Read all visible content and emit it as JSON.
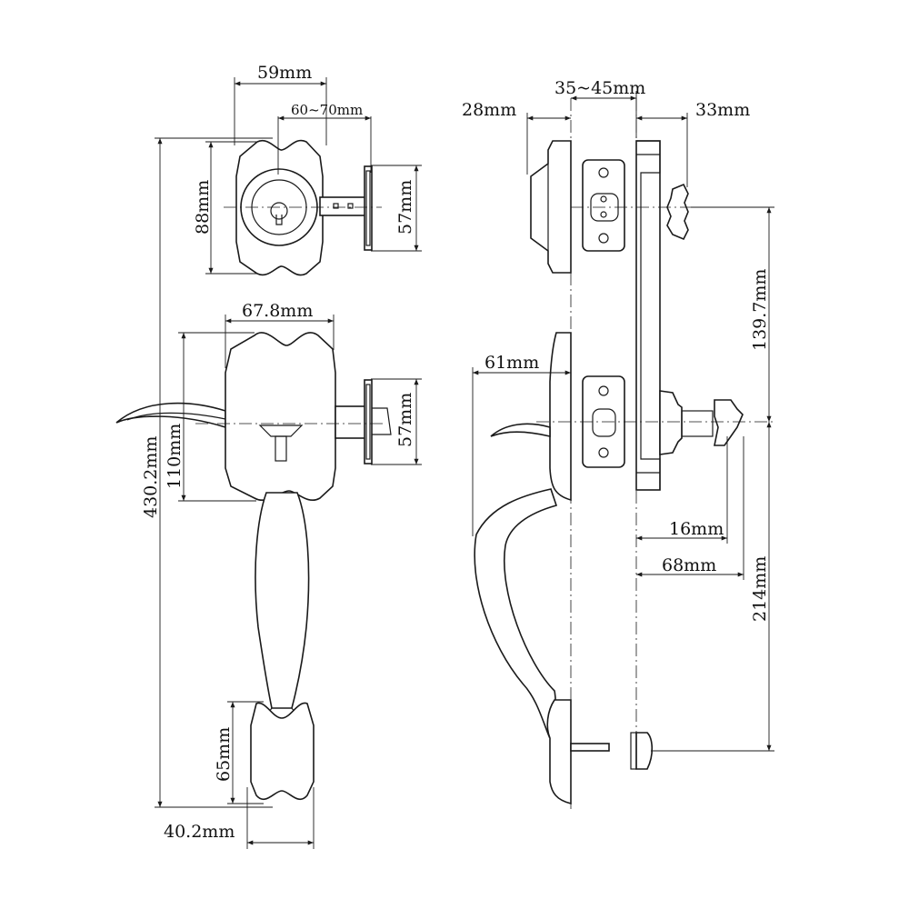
{
  "dimensions": {
    "deadbolt_plate_width": "59mm",
    "backset_range": "60~70mm",
    "deadbolt_plate_height": "88mm",
    "deadbolt_latch_face": "57mm",
    "handle_plate_width": "67.8mm",
    "handle_plate_height": "110mm",
    "handle_latch_face": "57mm",
    "overall_height": "430.2mm",
    "bottom_plate_height": "65mm",
    "bottom_plate_width": "40.2mm",
    "exterior_rose_depth": "28mm",
    "door_thickness": "35~45mm",
    "thumbturn_projection": "33mm",
    "center_to_center": "139.7mm",
    "handle_projection": "61mm",
    "inner_rose_depth": "16mm",
    "interior_projection": "68mm",
    "lower_spacing": "214mm"
  }
}
